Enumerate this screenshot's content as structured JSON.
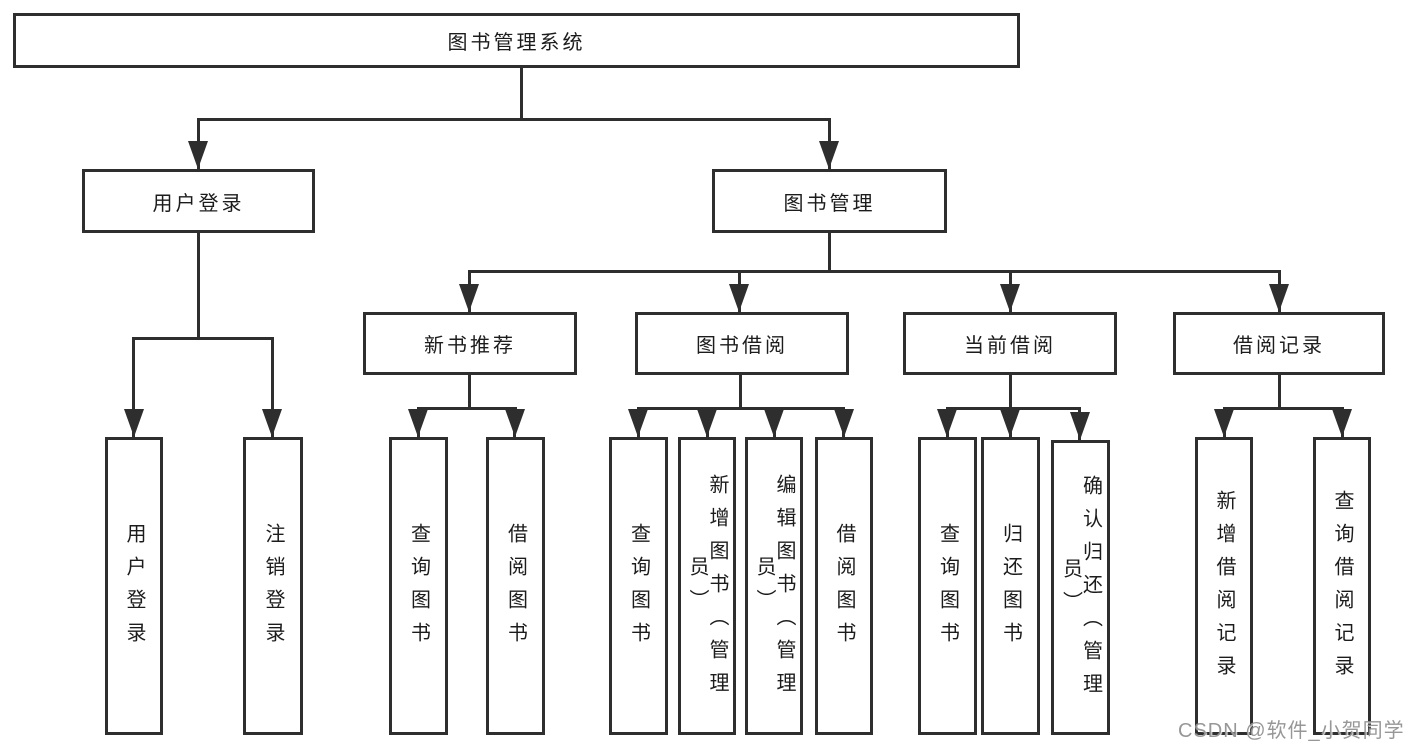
{
  "colors": {
    "line": "#2e2e2e",
    "text": "#1c1c1c",
    "background": "#ffffff",
    "watermark": "#919191"
  },
  "tree": {
    "root": {
      "label": "图书管理系统",
      "children": [
        {
          "label": "用户登录",
          "children": [
            {
              "label": "用户登录"
            },
            {
              "label": "注销登录"
            }
          ]
        },
        {
          "label": "图书管理",
          "children": [
            {
              "label": "新书推荐",
              "children": [
                {
                  "label": "查询图书"
                },
                {
                  "label": "借阅图书"
                }
              ]
            },
            {
              "label": "图书借阅",
              "children": [
                {
                  "label": "查询图书"
                },
                {
                  "label": "新增图书（管理员）"
                },
                {
                  "label": "编辑图书（管理员）"
                },
                {
                  "label": "借阅图书"
                }
              ]
            },
            {
              "label": "当前借阅",
              "children": [
                {
                  "label": "查询图书"
                },
                {
                  "label": "归还图书"
                },
                {
                  "label": "确认归还（管理员）"
                }
              ]
            },
            {
              "label": "借阅记录",
              "children": [
                {
                  "label": "新增借阅记录"
                },
                {
                  "label": "查询借阅记录"
                }
              ]
            }
          ]
        }
      ]
    }
  },
  "watermark": {
    "text": "CSDN @软件_小贺同学"
  }
}
